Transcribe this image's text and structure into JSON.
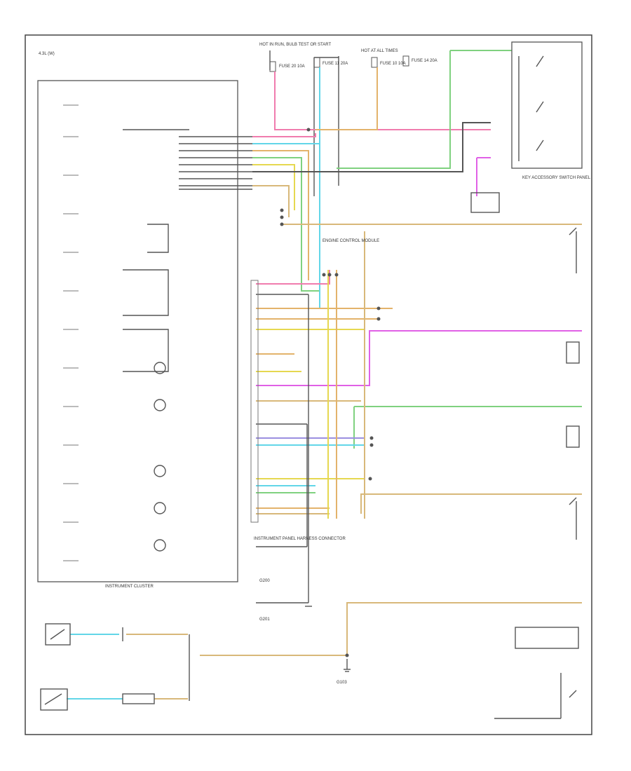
{
  "diagram": {
    "engine_label": "4.3L (W)",
    "hot_labels": [
      "HOT IN RUN, BULB TEST OR START",
      "HOT AT ALL TIMES"
    ],
    "cluster_title": "INSTRUMENT CLUSTER",
    "harness_connector_label": "INSTRUMENT PANEL HARNESS CONNECTOR",
    "accessory_switch_panel": "KEY ACCESSORY SWITCH PANEL",
    "pcm_label": "ENGINE CONTROL MODULE",
    "fuse_labels": [
      "FUSE 20 10A",
      "FUSE 11 20A",
      "FUSE 10 10A",
      "FUSE 14 20A"
    ],
    "wire_colors": {
      "pnk": "#f07cae",
      "blu": "#62d6e8",
      "grn": "#7fd17f",
      "yel": "#e6d850",
      "org": "#e3b36b",
      "tan": "#d8b87a",
      "mag": "#e060e6",
      "gry": "#555555"
    },
    "ground_labels": [
      "G200",
      "G201",
      "G103"
    ]
  }
}
